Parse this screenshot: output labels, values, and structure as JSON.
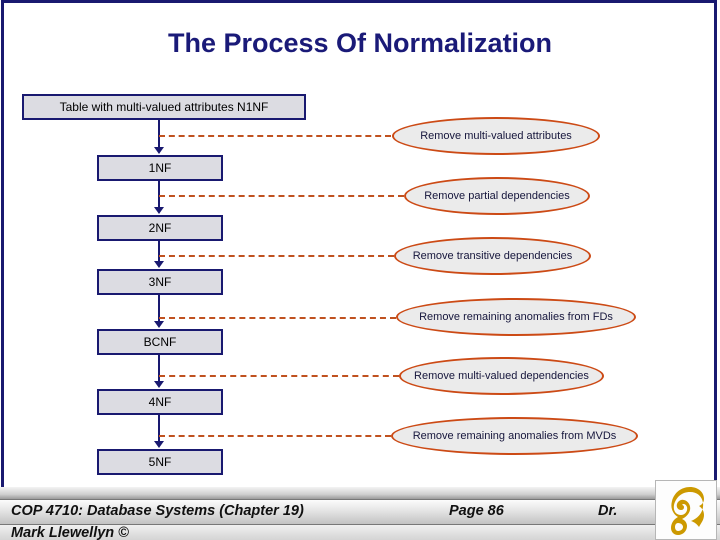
{
  "slide": {
    "title": "The Process Of Normalization",
    "title_color": "#1a1a78",
    "background": "#ffffff",
    "frame_color": "#191970"
  },
  "diagram": {
    "box_fill": "#dcdce2",
    "box_border": "#191970",
    "ellipse_fill": "#ebebeb",
    "ellipse_border": "#cc4a15",
    "arrow_color": "#191970",
    "dashed_line_color": "#c0511f",
    "boxes": [
      {
        "label": "Table with multi-valued attributes N1NF",
        "style": "wide"
      },
      {
        "label": "1NF",
        "style": "narrow"
      },
      {
        "label": "2NF",
        "style": "narrow"
      },
      {
        "label": "3NF",
        "style": "narrow"
      },
      {
        "label": "BCNF",
        "style": "narrow"
      },
      {
        "label": "4NF",
        "style": "narrow"
      },
      {
        "label": "5NF",
        "style": "narrow"
      }
    ],
    "steps": [
      {
        "label": "Remove multi-valued attributes"
      },
      {
        "label": "Remove partial dependencies"
      },
      {
        "label": "Remove transitive dependencies"
      },
      {
        "label": "Remove remaining anomalies from FDs"
      },
      {
        "label": "Remove multi-valued dependencies"
      },
      {
        "label": "Remove remaining anomalies from MVDs"
      }
    ]
  },
  "footer": {
    "course": "COP 4710: Database Systems  (Chapter 19)",
    "page": "Page 86",
    "doctor": "Dr.",
    "author": "Mark Llewellyn ©",
    "logo": "ucf-pegasus-logo",
    "logo_color": "#cc9900"
  }
}
